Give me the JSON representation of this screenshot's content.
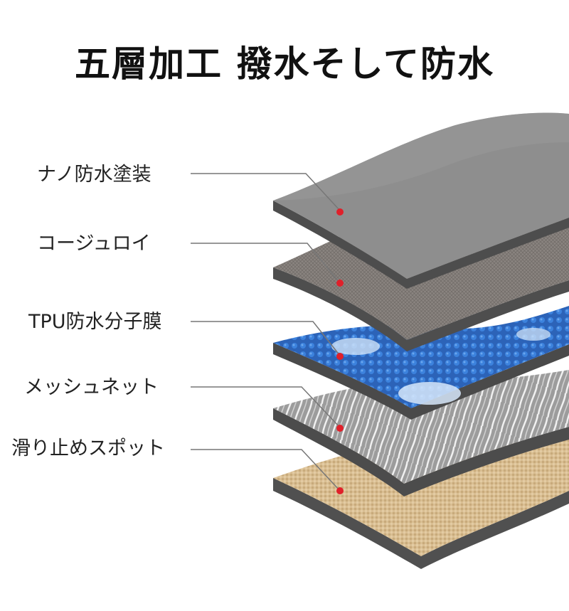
{
  "title": "五層加工 撥水そして防水",
  "layers": [
    {
      "label": "ナノ防水塗装"
    },
    {
      "label": "コージュロイ"
    },
    {
      "label": "TPU防水分子膜"
    },
    {
      "label": "メッシュネット"
    },
    {
      "label": "滑り止めスポット"
    }
  ],
  "colors": {
    "marker": "#e0202a",
    "leader": "#777777",
    "layer_top": "#8f8f8f",
    "layer_corduroy": "#8c8682",
    "layer_tpu": "#2f6fc9",
    "layer_mesh": "#b4b4b4",
    "layer_grip": "#d7bc90",
    "layer_edge": "#4f4f4f"
  }
}
